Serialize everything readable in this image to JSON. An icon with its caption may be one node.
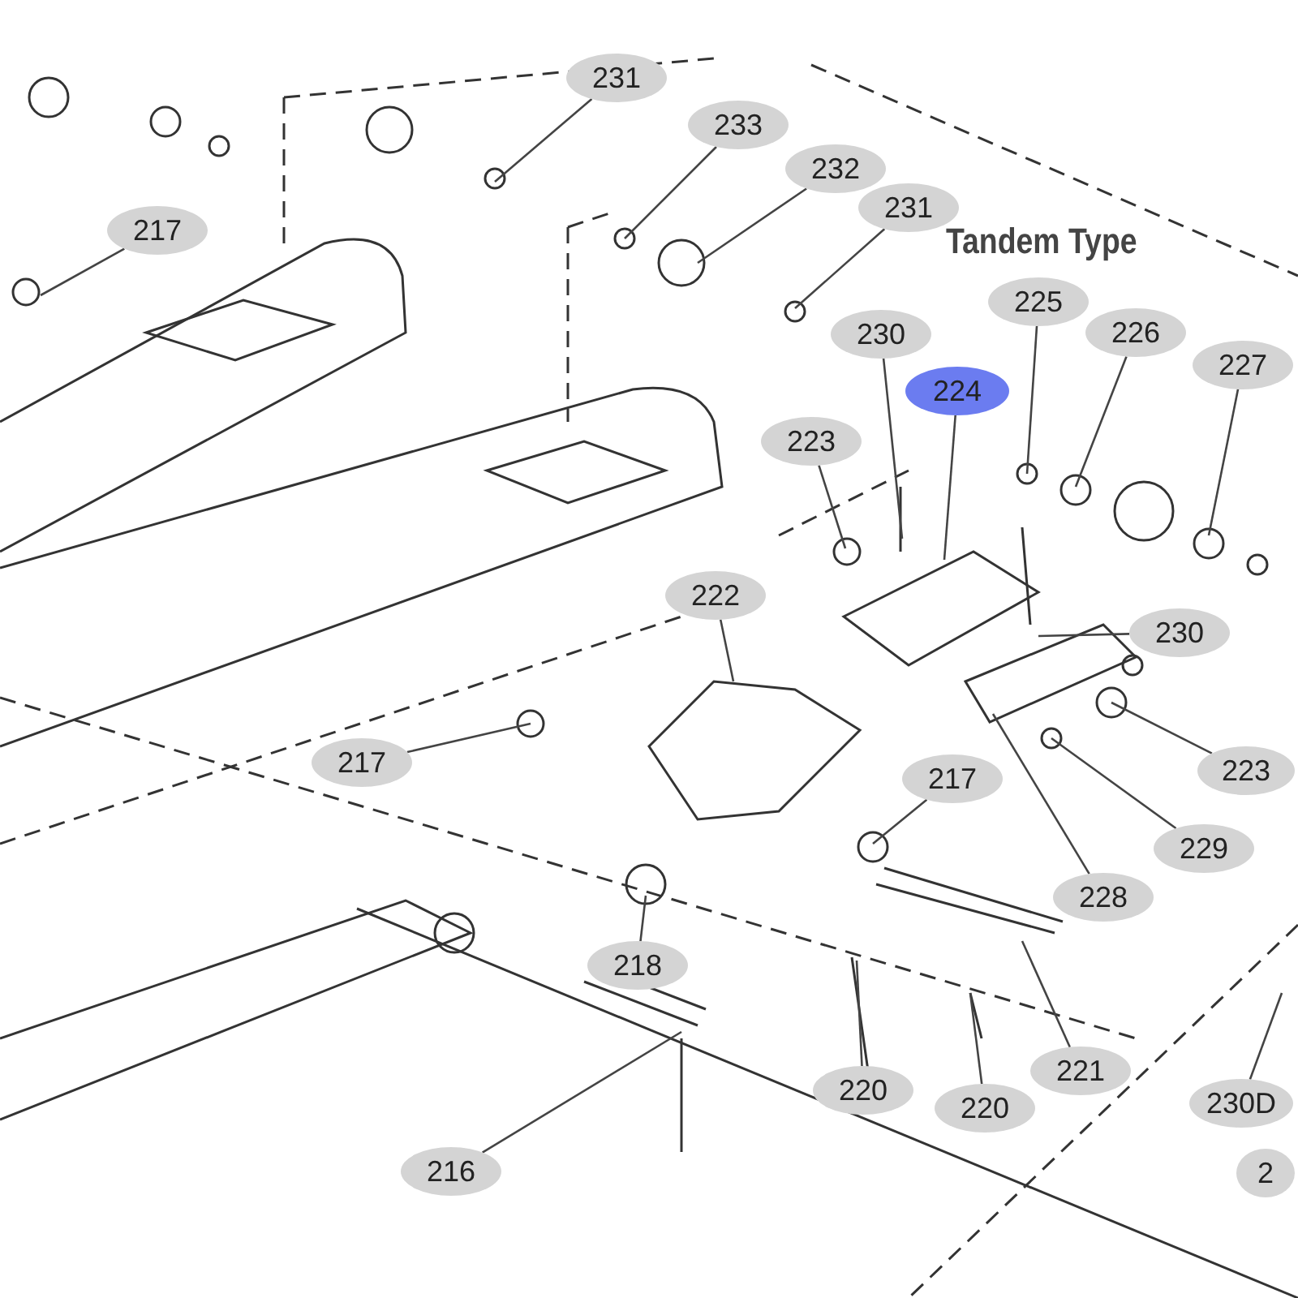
{
  "diagram": {
    "nodes": [
      {
        "text": [
          "231"
        ]
      },
      {
        "text": [
          "217"
        ]
      },
      {
        "text": [
          "233"
        ]
      },
      {
        "text": [
          "232"
        ]
      },
      {
        "text": [
          "231"
        ]
      },
      {
        "text": [
          "225"
        ]
      },
      {
        "text": [
          "226"
        ]
      },
      {
        "text": [
          "230"
        ]
      },
      {
        "text": [
          "224"
        ]
      },
      {
        "text": [
          "227"
        ]
      },
      {
        "text": [
          "223"
        ]
      },
      {
        "text": [
          "222"
        ]
      },
      {
        "text": [
          "230"
        ]
      },
      {
        "text": [
          "223"
        ]
      },
      {
        "text": [
          "217"
        ]
      },
      {
        "text": [
          "217"
        ]
      },
      {
        "text": [
          "229"
        ]
      },
      {
        "text": [
          "228"
        ]
      },
      {
        "text": [
          "218"
        ]
      },
      {
        "text": [
          "221"
        ]
      },
      {
        "text": [
          "220"
        ]
      },
      {
        "text": [
          "220"
        ]
      },
      {
        "text": [
          "230D"
        ]
      },
      {
        "text": [
          "216"
        ]
      },
      {
        "text": [
          "2"
        ]
      }
    ],
    "edges": [
      {
        "from": 0,
        "to": null,
        "arrow": "none"
      },
      {
        "from": 1,
        "to": null,
        "arrow": "none"
      },
      {
        "from": 2,
        "to": null,
        "arrow": "none"
      },
      {
        "from": 3,
        "to": null,
        "arrow": "none"
      },
      {
        "from": 4,
        "to": null,
        "arrow": "none"
      },
      {
        "from": 5,
        "to": null,
        "arrow": "none"
      },
      {
        "from": 6,
        "to": null,
        "arrow": "none"
      },
      {
        "from": 7,
        "to": null,
        "arrow": "none"
      },
      {
        "from": 8,
        "to": null,
        "arrow": "none"
      },
      {
        "from": 9,
        "to": null,
        "arrow": "none"
      },
      {
        "from": 10,
        "to": null,
        "arrow": "none"
      },
      {
        "from": 11,
        "to": null,
        "arrow": "none"
      },
      {
        "from": 12,
        "to": null,
        "arrow": "none"
      },
      {
        "from": 13,
        "to": null,
        "arrow": "none"
      },
      {
        "from": 14,
        "to": null,
        "arrow": "none"
      },
      {
        "from": 15,
        "to": null,
        "arrow": "none"
      },
      {
        "from": 16,
        "to": null,
        "arrow": "none"
      },
      {
        "from": 17,
        "to": null,
        "arrow": "none"
      },
      {
        "from": 18,
        "to": null,
        "arrow": "none"
      },
      {
        "from": 19,
        "to": null,
        "arrow": "none"
      },
      {
        "from": 20,
        "to": null,
        "arrow": "none"
      },
      {
        "from": 21,
        "to": null,
        "arrow": "none"
      },
      {
        "from": 22,
        "to": null,
        "arrow": "none"
      },
      {
        "from": 23,
        "to": null,
        "arrow": "none"
      }
    ],
    "labels": [
      "Tandem Type"
    ]
  }
}
